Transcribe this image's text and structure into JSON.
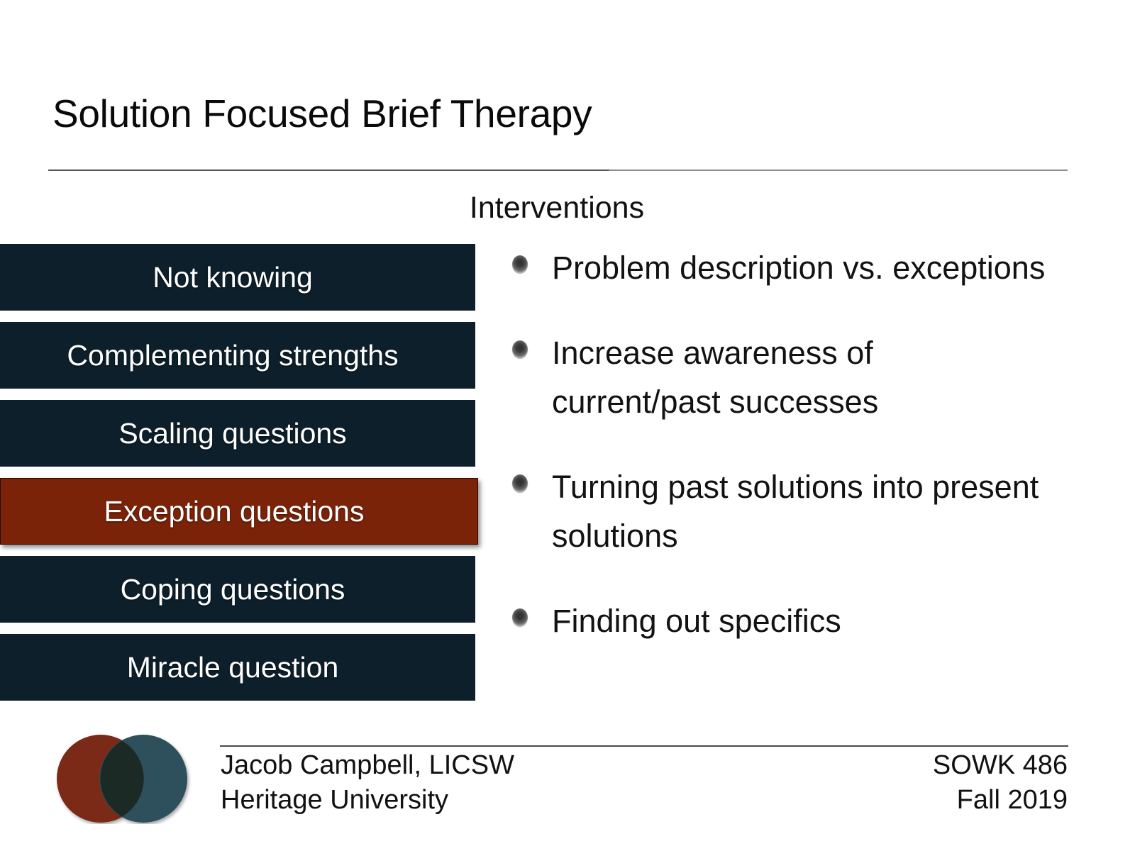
{
  "slide": {
    "title": "Solution Focused Brief Therapy",
    "column_heading": "Interventions"
  },
  "techniques": {
    "items": [
      {
        "label": "Not knowing",
        "highlighted": false
      },
      {
        "label": "Complementing strengths",
        "highlighted": false
      },
      {
        "label": "Scaling questions",
        "highlighted": false
      },
      {
        "label": "Exception questions",
        "highlighted": true
      },
      {
        "label": "Coping questions",
        "highlighted": false
      },
      {
        "label": "Miracle question",
        "highlighted": false
      }
    ]
  },
  "interventions": {
    "bullets": [
      "Problem description vs. exceptions",
      "Increase awareness of current/past successes",
      "Turning past solutions into present solutions",
      "Finding out specifics"
    ]
  },
  "footer": {
    "presenter": "Jacob Campbell, LICSW",
    "institution": "Heritage University",
    "course": "SOWK 486",
    "term": "Fall 2019",
    "logo_name": "heritage-venn-logo"
  },
  "colors": {
    "bar_default": "#0d1f2a",
    "bar_highlight": "#7a2308",
    "logo_left": "#7a2a18",
    "logo_right": "#2d4f5c",
    "logo_overlap": "#1a2a26",
    "text": "#111111",
    "bar_text": "#ffffff"
  }
}
